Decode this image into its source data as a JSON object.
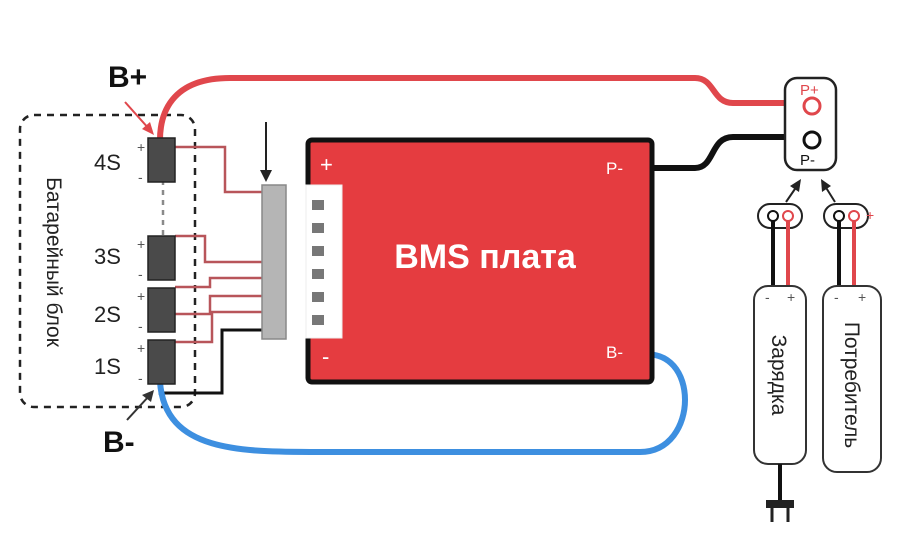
{
  "labels": {
    "b_plus": "B+",
    "b_minus": "B-",
    "battery_block": "Батарейный блок",
    "cells": [
      "4S",
      "3S",
      "2S",
      "1S"
    ],
    "bms_title": "BMS плата",
    "bms_plus": "+",
    "bms_minus": "-",
    "bms_p_minus": "P-",
    "bms_b_minus": "B-",
    "port_p_plus": "P+",
    "port_p_minus": "P-",
    "charger": "Зарядка",
    "consumer": "Потребитель",
    "plus_sign": "+",
    "minus_sign": "-"
  },
  "colors": {
    "red_wire": "#e0474c",
    "black_wire": "#111111",
    "blue_wire": "#3d8fe0",
    "bms_board": "#e53c40",
    "sense_wire": "#b8555a",
    "connector": "#b5b5b5",
    "cell": "#4a4a4a"
  }
}
